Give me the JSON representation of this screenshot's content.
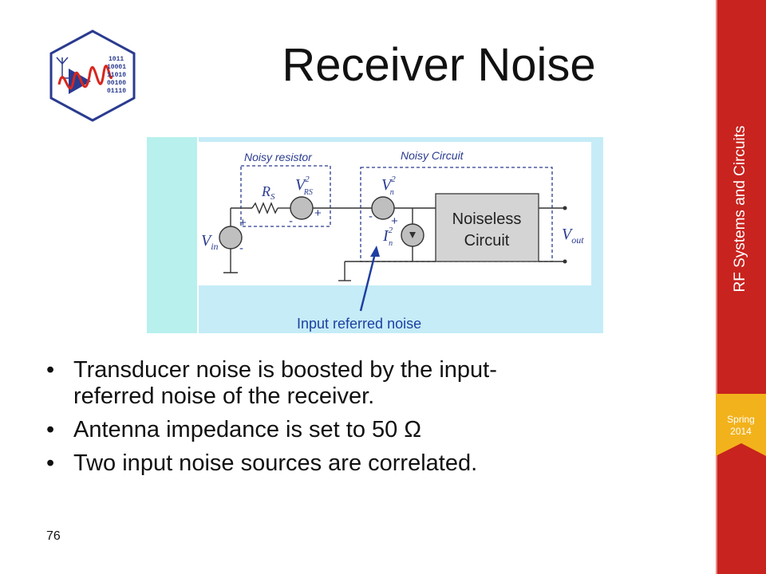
{
  "slide": {
    "title": "Receiver Noise",
    "page_number": "76",
    "sidebar_title": "RF Systems and Circuits",
    "season": "Spring",
    "year": "2014"
  },
  "logo": {
    "icon": "antenna-waveform-binary-logo",
    "binary_lines": [
      "1011",
      "10001",
      "11010",
      "00100",
      "01110"
    ]
  },
  "figure": {
    "noisy_resistor_label": "Noisy resistor",
    "noisy_circuit_label": "Noisy Circuit",
    "rs_label": "R",
    "rs_sub": "S",
    "vrs_label": "V",
    "vrs_sub": "RS",
    "vn_label": "V",
    "vn_sub": "n",
    "in_label": "I",
    "in_sub": "n",
    "square": "2",
    "vin_label": "V",
    "vin_sub": "in",
    "vout_label": "V",
    "vout_sub": "out",
    "block_line1": "Noiseless",
    "block_line2": "Circuit",
    "plus": "+",
    "minus": "-",
    "annotation": "Input referred noise"
  },
  "bullets": [
    {
      "line1": "Transducer noise is boosted by the input-",
      "line2": "referred noise of the receiver."
    },
    {
      "line1": "Antenna impedance is set to 50 Ω"
    },
    {
      "line1": "Two input noise sources are correlated."
    }
  ],
  "colors": {
    "sidebar": "#c8231f",
    "season_badge": "#f2b21c",
    "figure_background": "#b8f0ee",
    "annotation_arrow": "#1f3fa0",
    "logo_border": "#2a3b8f"
  }
}
